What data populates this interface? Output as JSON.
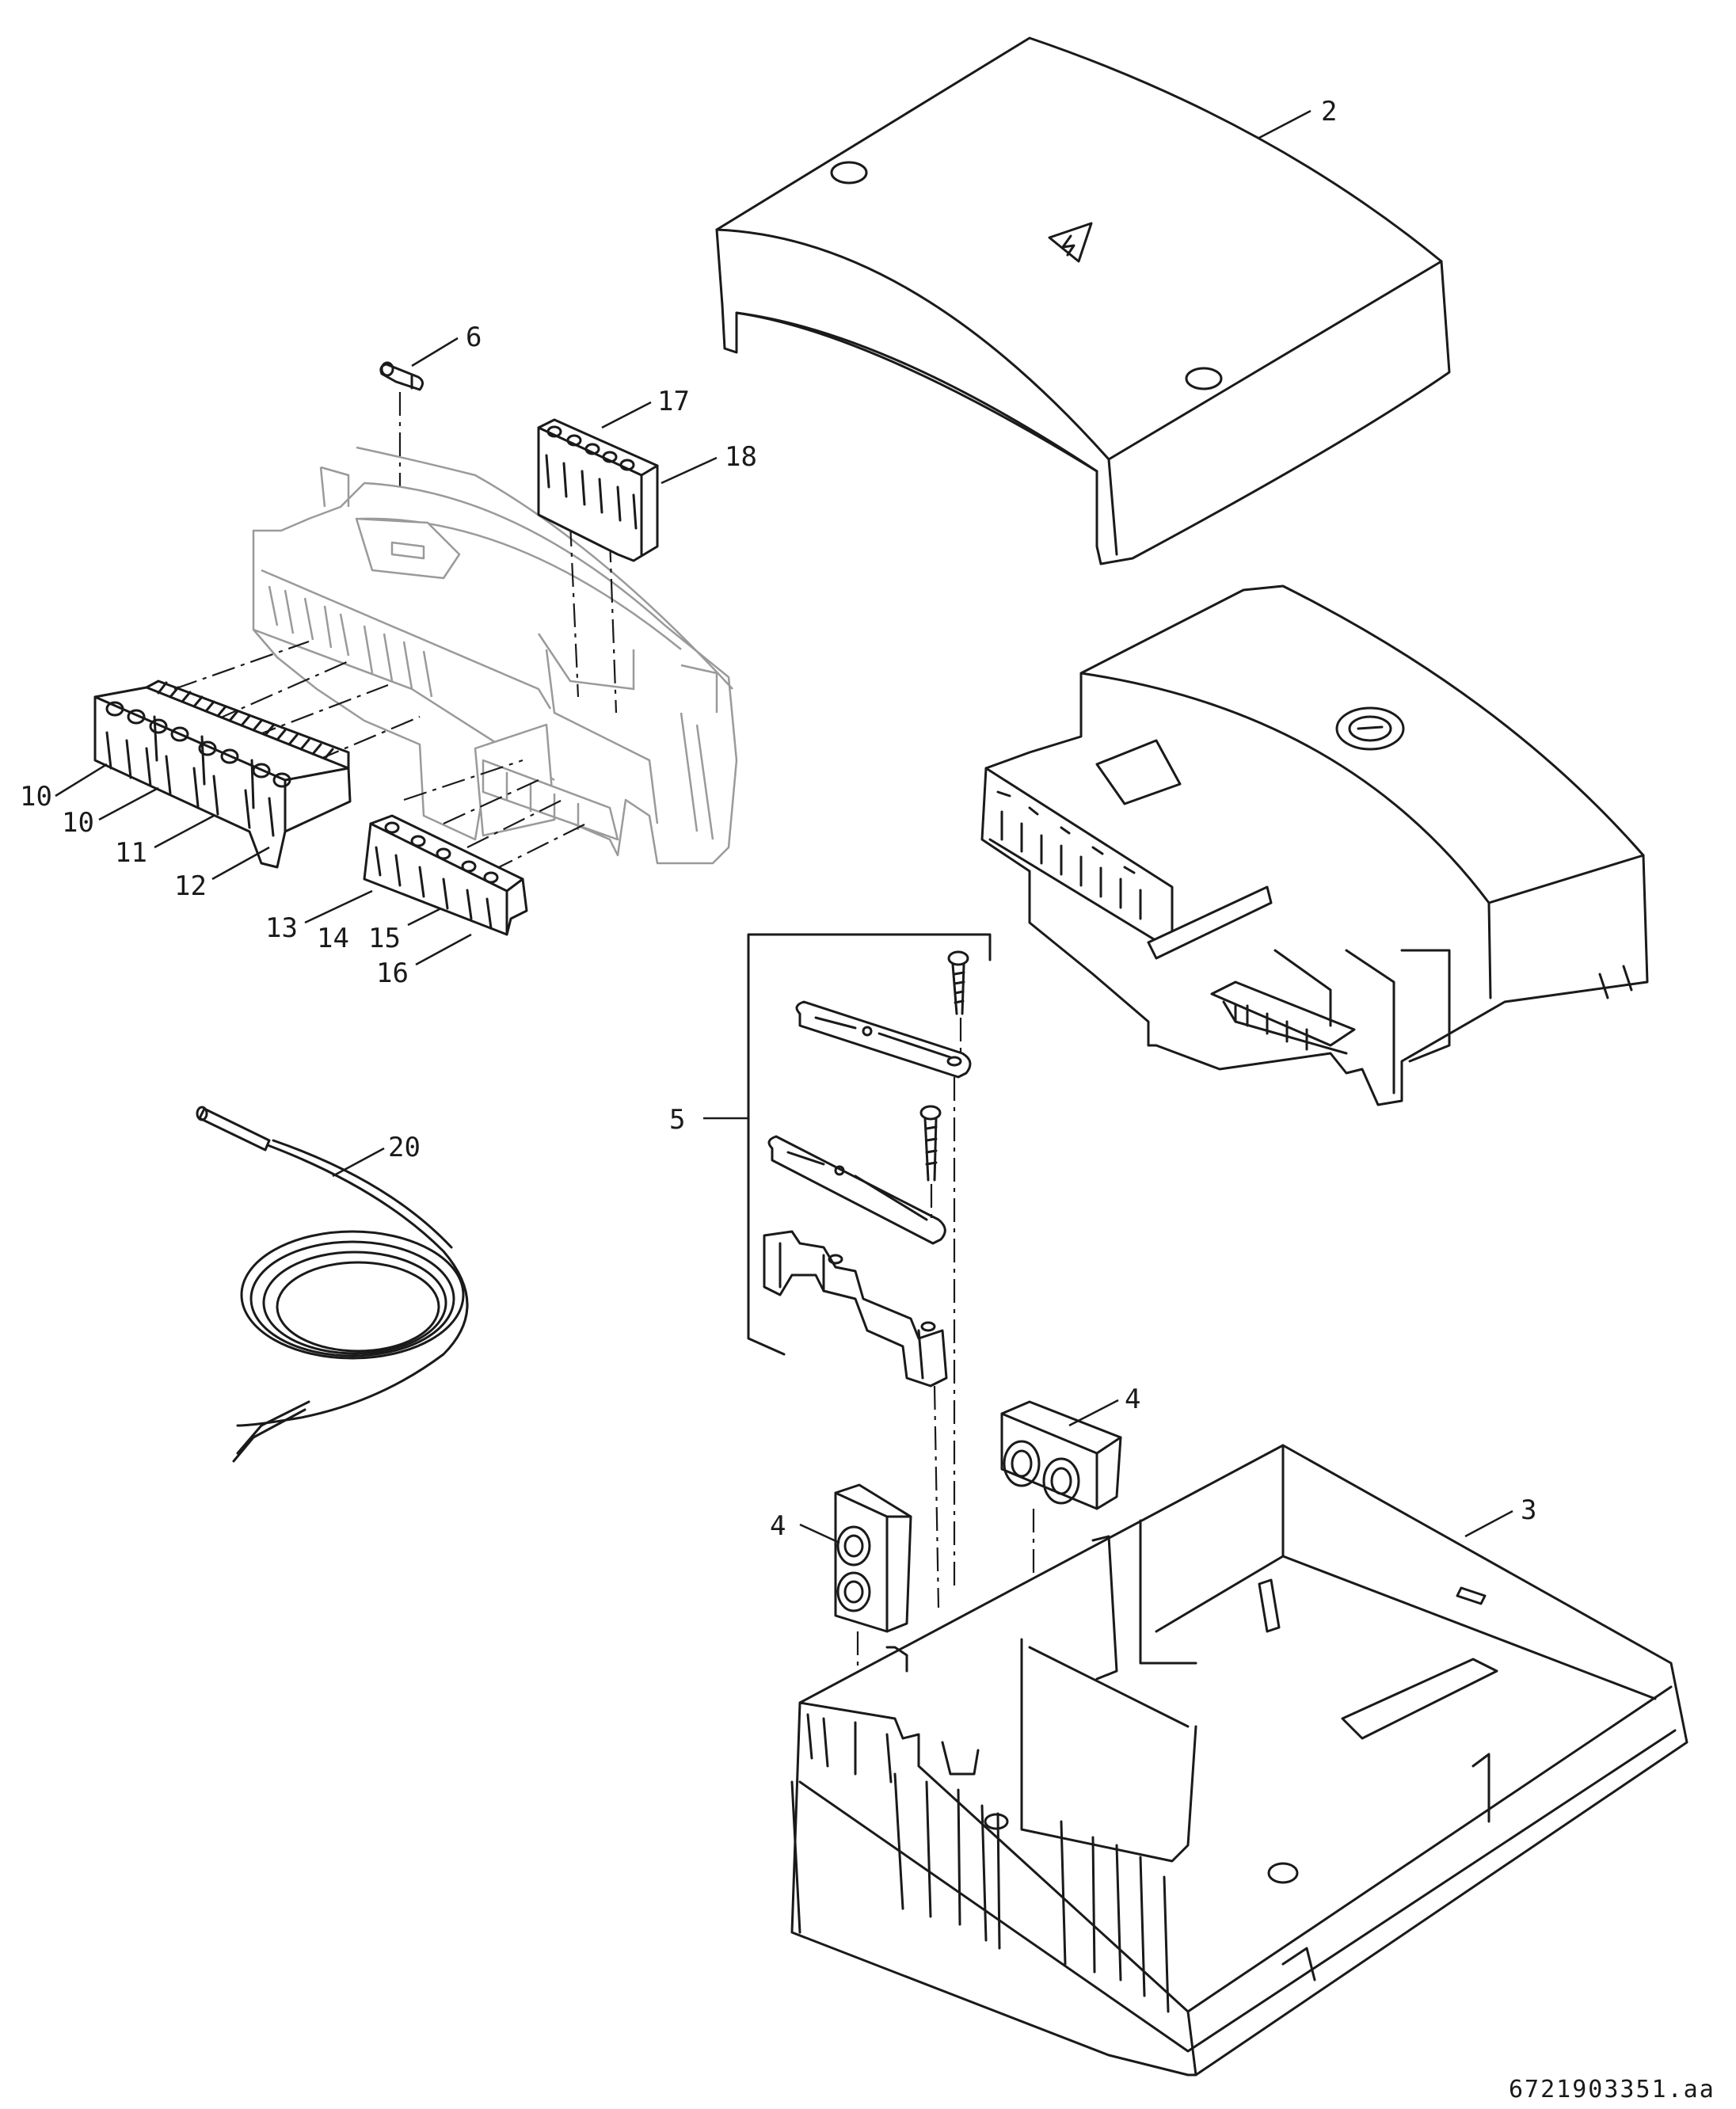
{
  "callouts": {
    "c2": "2",
    "c3": "3",
    "c4a": "4",
    "c4b": "4",
    "c5": "5",
    "c6": "6",
    "c10a": "10",
    "c10b": "10",
    "c11": "11",
    "c12": "12",
    "c13": "13",
    "c14": "14",
    "c15": "15",
    "c16": "16",
    "c17": "17",
    "c18": "18",
    "c20": "20"
  },
  "document_number": "6721903351.aa",
  "icons": {
    "cover_symbol": "electrical-hazard-warning-icon"
  }
}
